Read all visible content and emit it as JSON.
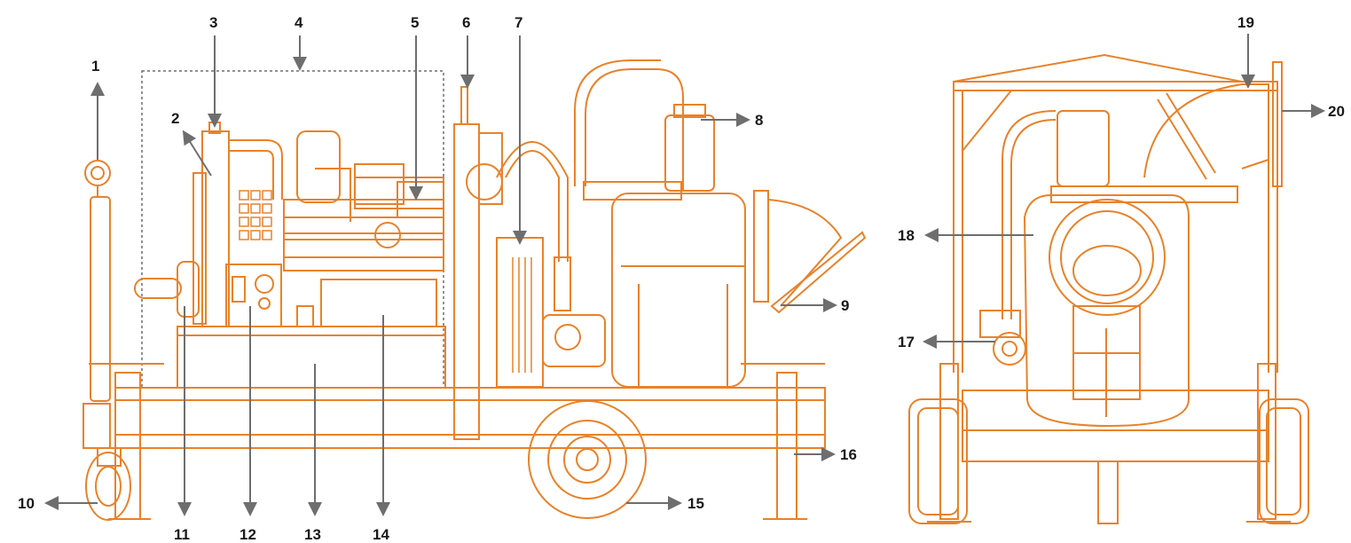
{
  "colors": {
    "drawing": "#e8822a",
    "arrow": "#6e6e6e",
    "text": "#1a1a1a",
    "background": "#ffffff"
  },
  "callouts": [
    {
      "num": "1"
    },
    {
      "num": "2"
    },
    {
      "num": "3"
    },
    {
      "num": "4"
    },
    {
      "num": "5"
    },
    {
      "num": "6"
    },
    {
      "num": "7"
    },
    {
      "num": "8"
    },
    {
      "num": "9"
    },
    {
      "num": "10"
    },
    {
      "num": "11"
    },
    {
      "num": "12"
    },
    {
      "num": "13"
    },
    {
      "num": "14"
    },
    {
      "num": "15"
    },
    {
      "num": "16"
    },
    {
      "num": "17"
    },
    {
      "num": "18"
    },
    {
      "num": "19"
    },
    {
      "num": "20"
    }
  ]
}
